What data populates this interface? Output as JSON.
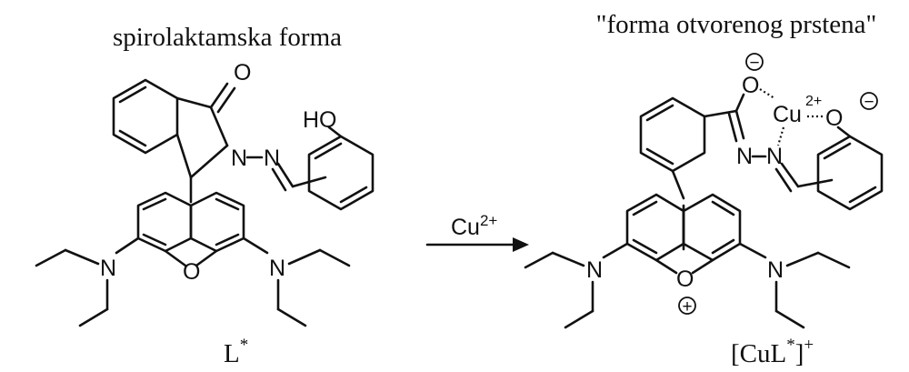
{
  "left": {
    "title": "spirolaktamska forma",
    "label_main": "L",
    "label_sup": "*",
    "atoms": {
      "o_carbonyl": "O",
      "hydroxyl": "HO",
      "n1": "N",
      "n2": "N",
      "o_ring": "O",
      "n_left": "N",
      "n_right": "N"
    }
  },
  "right": {
    "title": "\"forma otvorenog prstena\"",
    "label_pre": "[CuL",
    "label_sup": "*",
    "label_post": "]",
    "label_charge": "+",
    "atoms": {
      "o_top": "O",
      "cu": "Cu",
      "cu_charge": "2+",
      "o_phenol": "O",
      "n1": "N",
      "n2": "N",
      "o_ring": "O",
      "n_left": "N",
      "n_right": "N"
    },
    "charges": {
      "minus_1": "−",
      "minus_2": "−",
      "plus": "+"
    }
  },
  "arrow": {
    "reagent": "Cu",
    "reagent_charge": "2+"
  }
}
